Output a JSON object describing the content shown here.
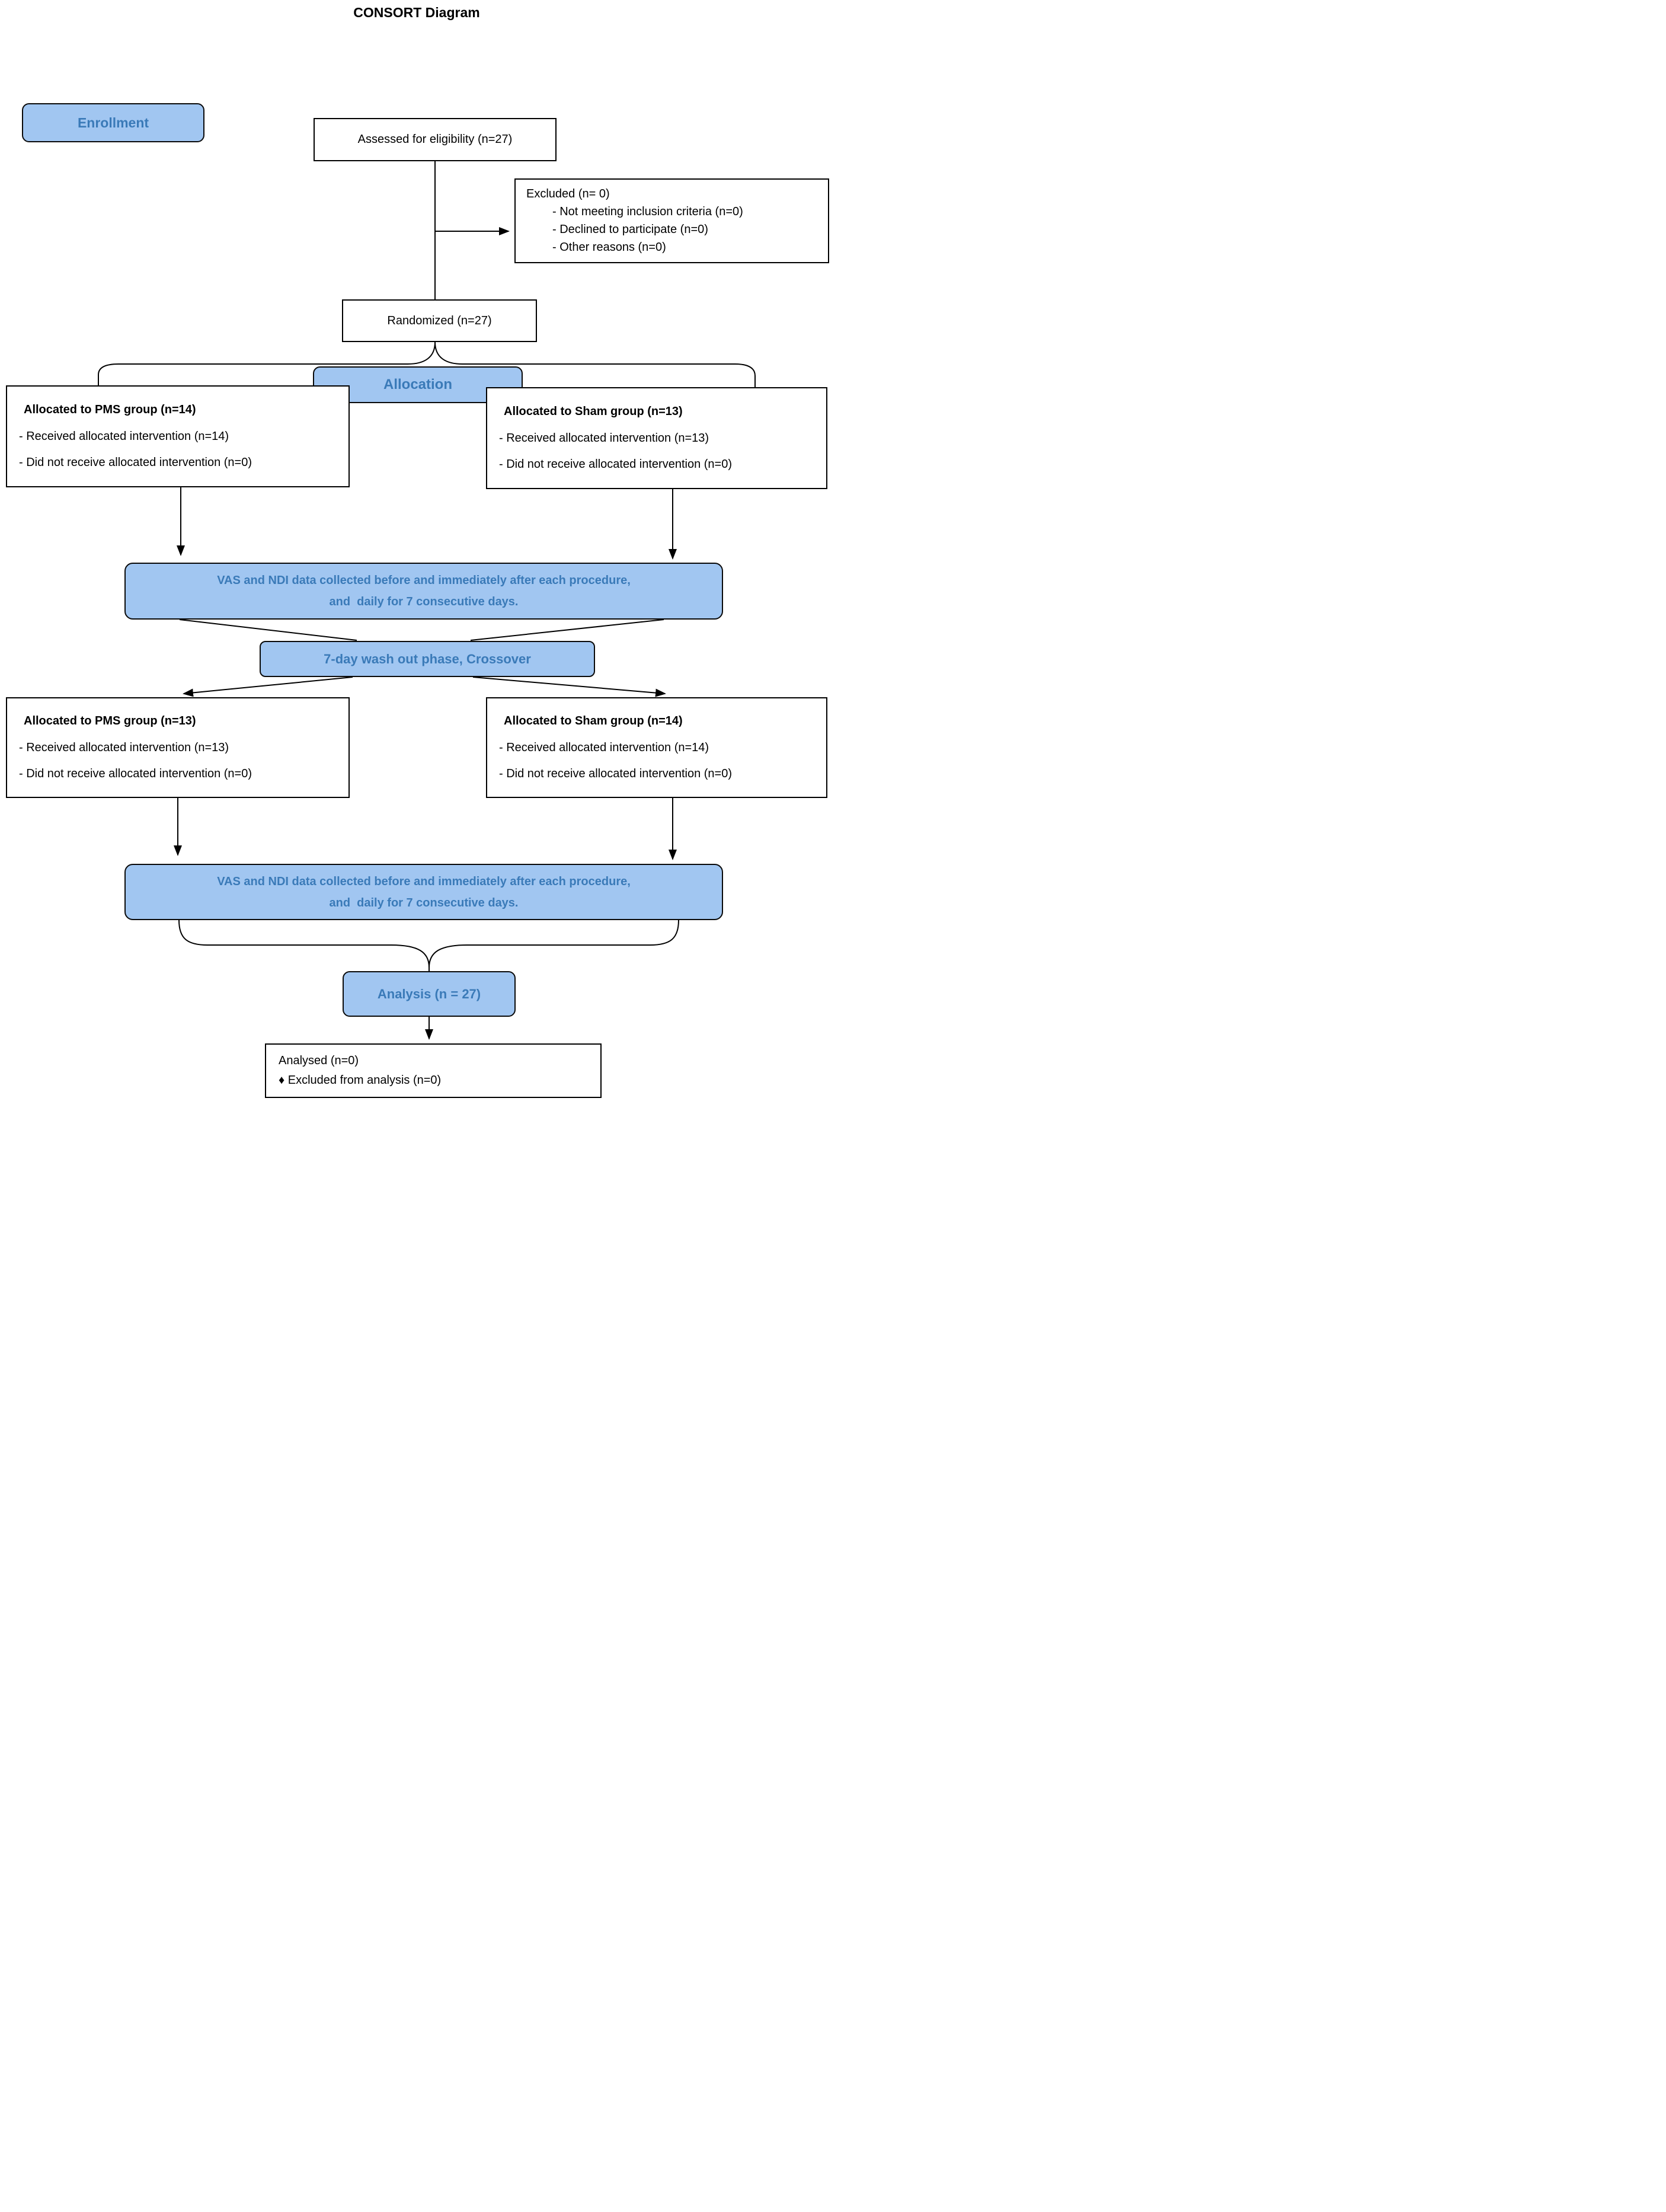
{
  "title": "CONSORT Diagram",
  "colors": {
    "node_fill": "#a1c6f1",
    "node_text": "#3a7ab8",
    "line": "#000000",
    "plain_box_bg": "#ffffff"
  },
  "enrollment": {
    "label": "Enrollment"
  },
  "assessed": {
    "text": "Assessed for eligibility (n=27)"
  },
  "excluded": {
    "title": "Excluded (n= 0)",
    "items": [
      "- Not meeting inclusion criteria (n=0)",
      "- Declined to participate (n=0)",
      "- Other reasons (n=0)"
    ]
  },
  "randomized": {
    "text": "Randomized (n=27)"
  },
  "allocation": {
    "label": "Allocation"
  },
  "alloc_pms_1": {
    "title": "Allocated to PMS group (n=14)",
    "items": [
      "- Received allocated intervention (n=14)",
      "- Did not receive allocated intervention (n=0)"
    ]
  },
  "alloc_sham_1": {
    "title": "Allocated to Sham group (n=13)",
    "items": [
      "- Received allocated intervention (n=13)",
      "- Did not receive allocated intervention (n=0)"
    ]
  },
  "vas_1": {
    "line1": "VAS and NDI data collected before and immediately after each procedure,",
    "line2": "and  daily for 7 consecutive days."
  },
  "washout": {
    "label": "7-day wash out phase, Crossover"
  },
  "alloc_pms_2": {
    "title": "Allocated to PMS group (n=13)",
    "items": [
      "- Received allocated intervention (n=13)",
      "- Did not receive allocated intervention (n=0)"
    ]
  },
  "alloc_sham_2": {
    "title": "Allocated to Sham group (n=14)",
    "items": [
      "- Received allocated intervention (n=14)",
      "- Did not receive allocated intervention (n=0)"
    ]
  },
  "vas_2": {
    "line1": "VAS and NDI data collected before and immediately after each procedure,",
    "line2": "and  daily for 7 consecutive days."
  },
  "analysis": {
    "label": "Analysis (n = 27)"
  },
  "analysed": {
    "line1": "Analysed (n=0)",
    "line2": "♦ Excluded from analysis (n=0)"
  }
}
